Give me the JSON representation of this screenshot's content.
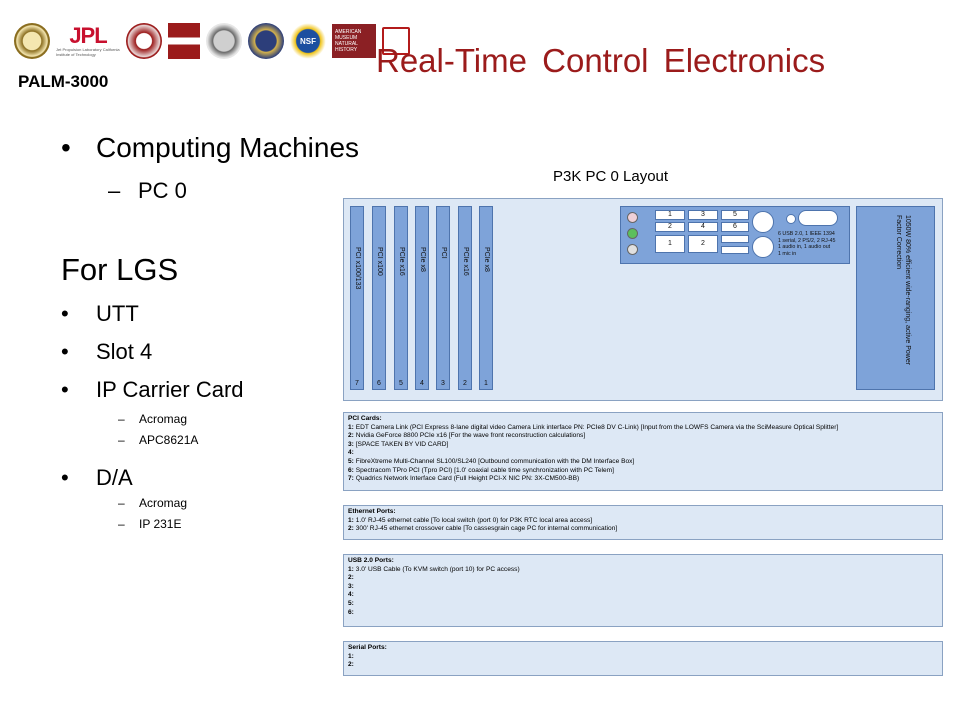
{
  "header": {
    "org": "PALM-3000",
    "title": "Real-Time Control Electronics",
    "logos": {
      "jpl": "JPL",
      "jpl_sub": "Jet Propulsion Laboratory California Institute of Technology",
      "nsf": "NSF",
      "amnh": [
        "AMERICAN",
        "MUSEUM",
        "NATURAL",
        "HISTORY"
      ]
    }
  },
  "bullets": {
    "computing": "Computing Machines",
    "pc0": "PC 0",
    "for_lgs": "For LGS",
    "utt": "UTT",
    "slot4": "Slot 4",
    "ip_carrier": "IP Carrier Card",
    "ip_sub": [
      "Acromag",
      "APC8621A"
    ],
    "da": "D/A",
    "da_sub": [
      "Acromag",
      "IP 231E"
    ],
    "bullet": "•",
    "dash": "–"
  },
  "diagram": {
    "title": "P3K PC 0 Layout",
    "slots": [
      {
        "label": "PCI x100/133",
        "num": "7"
      },
      {
        "label": "PCI x100",
        "num": "6"
      },
      {
        "label": "PCIe x16",
        "num": "5"
      },
      {
        "label": "PCIe x8",
        "num": "4"
      },
      {
        "label": "PCI",
        "num": "3"
      },
      {
        "label": "PCIe x16",
        "num": "2"
      },
      {
        "label": "PCIe x8",
        "num": "1"
      }
    ],
    "io_ports": {
      "row1": [
        "1",
        "3",
        "5"
      ],
      "row2": [
        "2",
        "4",
        "6"
      ],
      "row3": [
        "1",
        "2"
      ]
    },
    "io_note": [
      "6 USB 2.0, 1 IEEE 1394",
      "1 serial, 2 PS/2, 2 RJ-45",
      "1 audio in, 1 audio out",
      "1 mic in"
    ],
    "psu": "1050W 80% efficient wide-ranging, active Power Factor Correction",
    "led_colors": [
      "#f0d0d8",
      "#5cbf5c",
      "#e0e0e0"
    ],
    "panels": {
      "pci": {
        "title": "PCI Cards:",
        "rows": [
          {
            "n": "1:",
            "t": "EDT Camera Link (PCI Express 8-lane digital video Camera Link interface PN: PCIe8 DV C-Link) [Input from the LOWFS Camera via the SciMeasure Optical Splitter]"
          },
          {
            "n": "2:",
            "t": "Nvidia GeForce 8800 PCIe x16 [For the wave front reconstruction calculations]"
          },
          {
            "n": "3:",
            "t": "[SPACE TAKEN BY VID CARD]"
          },
          {
            "n": "4:",
            "t": ""
          },
          {
            "n": "5:",
            "t": "FibreXtreme Multi-Channel SL100/SL240 [Outbound communication with the DM Interface Box]"
          },
          {
            "n": "6:",
            "t": "Spectracom TPro PCI (Tpro PCI) [1.0' coaxial cable time synchronization with PC Telem]"
          },
          {
            "n": "7:",
            "t": "Quadrics Network Interface Card (Full Height PCI-X NIC PN: 3X-CM500-BB)"
          }
        ]
      },
      "ethernet": {
        "title": "Ethernet Ports:",
        "rows": [
          {
            "n": "1:",
            "t": "1.0' RJ-45 ethernet cable [To local switch (port 0) for P3K RTC local area access]"
          },
          {
            "n": "2:",
            "t": "300' RJ-45 ethernet crossover cable [To cassesgrain cage PC for internal communication]"
          }
        ]
      },
      "usb": {
        "title": "USB 2.0 Ports:",
        "rows": [
          {
            "n": "1:",
            "t": "3.0' USB Cable (To KVM switch (port 10) for PC access)"
          },
          {
            "n": "2:",
            "t": ""
          },
          {
            "n": "3:",
            "t": ""
          },
          {
            "n": "4:",
            "t": ""
          },
          {
            "n": "5:",
            "t": ""
          },
          {
            "n": "6:",
            "t": ""
          }
        ]
      },
      "serial": {
        "title": "Serial Ports:",
        "rows": [
          {
            "n": "1:",
            "t": ""
          },
          {
            "n": "2:",
            "t": ""
          }
        ]
      }
    }
  }
}
